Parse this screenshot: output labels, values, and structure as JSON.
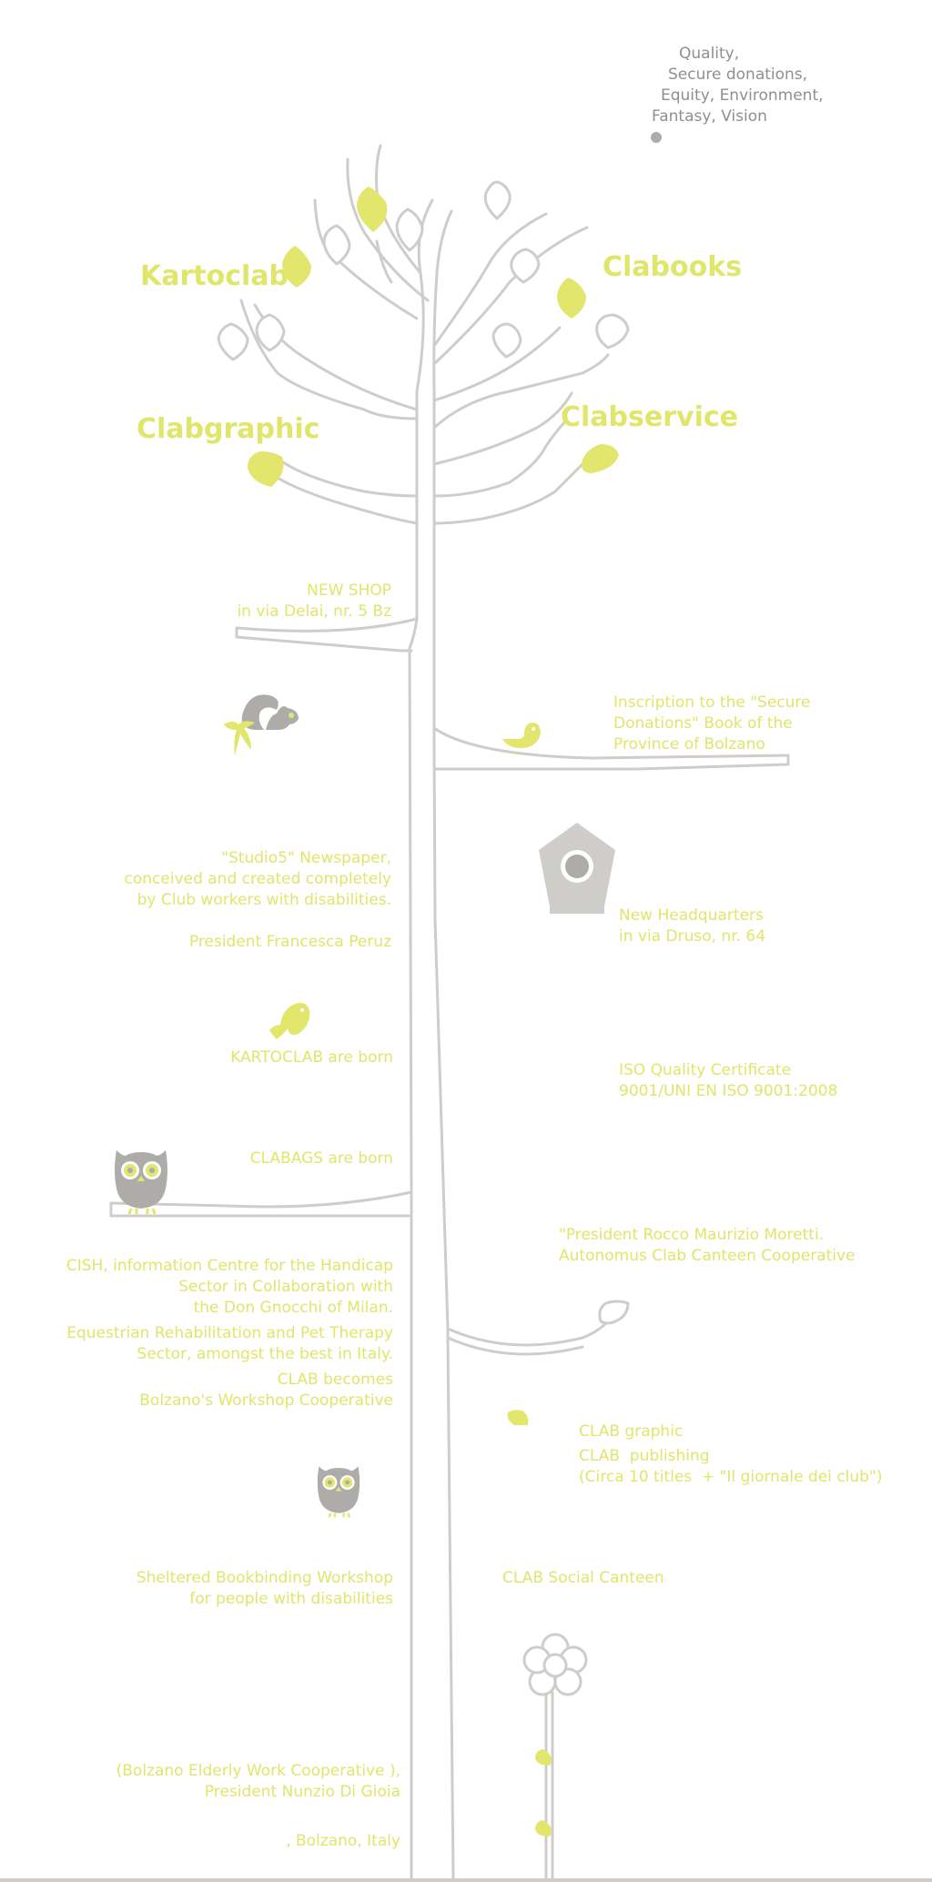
{
  "values": {
    "line1": "Quality,",
    "line2": "Secure donations,",
    "line3": "Equity, Environment,",
    "line4": "Fantasy, Vision"
  },
  "brands": {
    "kartoclab": "Kartoclab",
    "clabooks": "Clabooks",
    "clabgraphic": "Clabgraphic",
    "clabservice": "Clabservice"
  },
  "timeline": {
    "new_shop": [
      "NEW SHOP",
      "in via Delai, nr. 5 Bz"
    ],
    "inscription": [
      "Inscription to the \"Secure",
      "Donations\" Book of the",
      "Province of Bolzano"
    ],
    "studio5": [
      "\"Studio5\" Newspaper,",
      "conceived and created completely",
      "by Club workers with disabilities."
    ],
    "president_peruz": "President Francesca Peruz",
    "headquarters": [
      "New Headquarters",
      "in via Druso, nr. 64"
    ],
    "kartoclab_born": "KARTOCLAB are born",
    "iso": [
      "ISO Quality Certificate",
      "9001/UNI EN ISO 9001:2008"
    ],
    "clabags_born": "CLABAGS are born",
    "moretti": [
      "\"President Rocco Maurizio Moretti.",
      "Autonomus Clab Canteen Cooperative"
    ],
    "cish": [
      "CISH, information Centre for the Handicap",
      "Sector in Collaboration with",
      "the Don Gnocchi of Milan."
    ],
    "equestrian": [
      "Equestrian Rehabilitation and Pet Therapy",
      "Sector, amongst the best in Italy."
    ],
    "clab_becomes": [
      "CLAB becomes",
      "Bolzano's Workshop Cooperative"
    ],
    "clab_graphic": [
      "CLAB graphic",
      "CLAB  publishing",
      "(Circa 10 titles  + \"Il giornale dei club\")"
    ],
    "bookbinding": [
      "Sheltered Bookbinding Workshop",
      "for people with disabilities"
    ],
    "social_canteen": "CLAB Social Canteen",
    "elderly": [
      "(Bolzano Elderly Work Cooperative ),",
      "President Nunzio Di Gioia"
    ],
    "bolzano": ", Bolzano, Italy"
  },
  "colors": {
    "accent": "#dfe66a",
    "tree": "#cfcdca",
    "gray_text": "#8f8f8f",
    "animal_gray": "#aeaca8"
  },
  "icons": [
    "tree-icon",
    "squirrel-icon",
    "bird-icon",
    "birdhouse-icon",
    "owl-icon",
    "flower-icon"
  ]
}
